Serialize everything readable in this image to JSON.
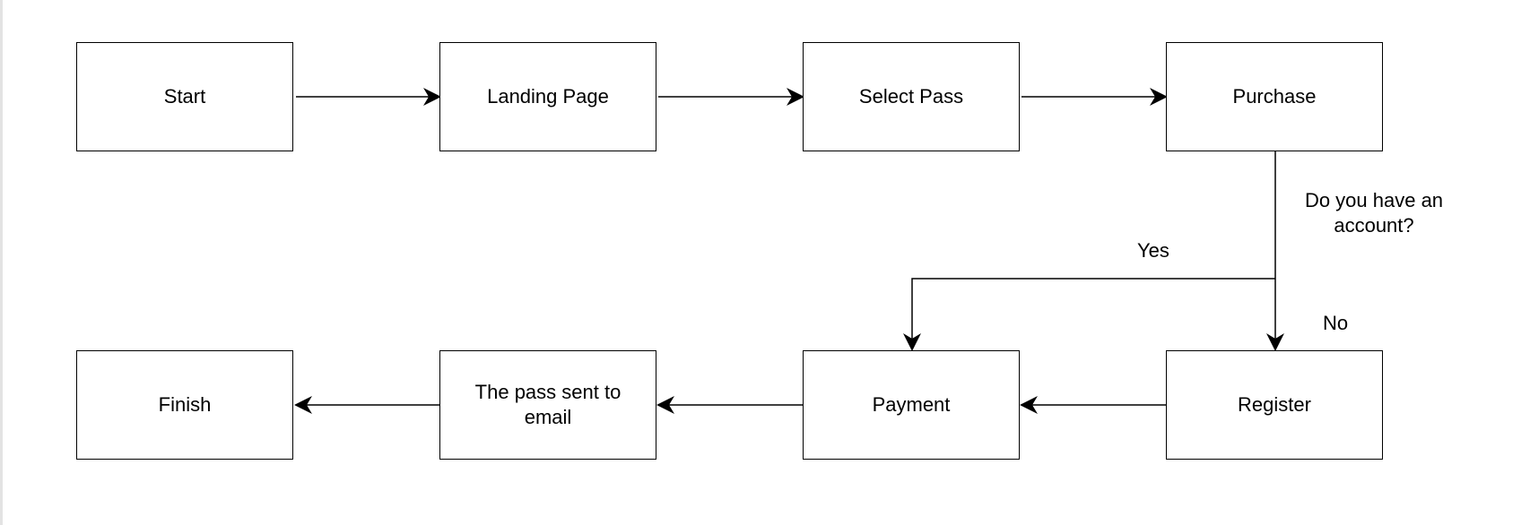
{
  "nodes": {
    "start": "Start",
    "landing_page": "Landing Page",
    "select_pass": "Select Pass",
    "purchase": "Purchase",
    "register": "Register",
    "payment": "Payment",
    "pass_sent": "The pass sent to email",
    "finish": "Finish"
  },
  "labels": {
    "question_line1": "Do you have an",
    "question_line2": "account?",
    "yes": "Yes",
    "no": "No"
  }
}
